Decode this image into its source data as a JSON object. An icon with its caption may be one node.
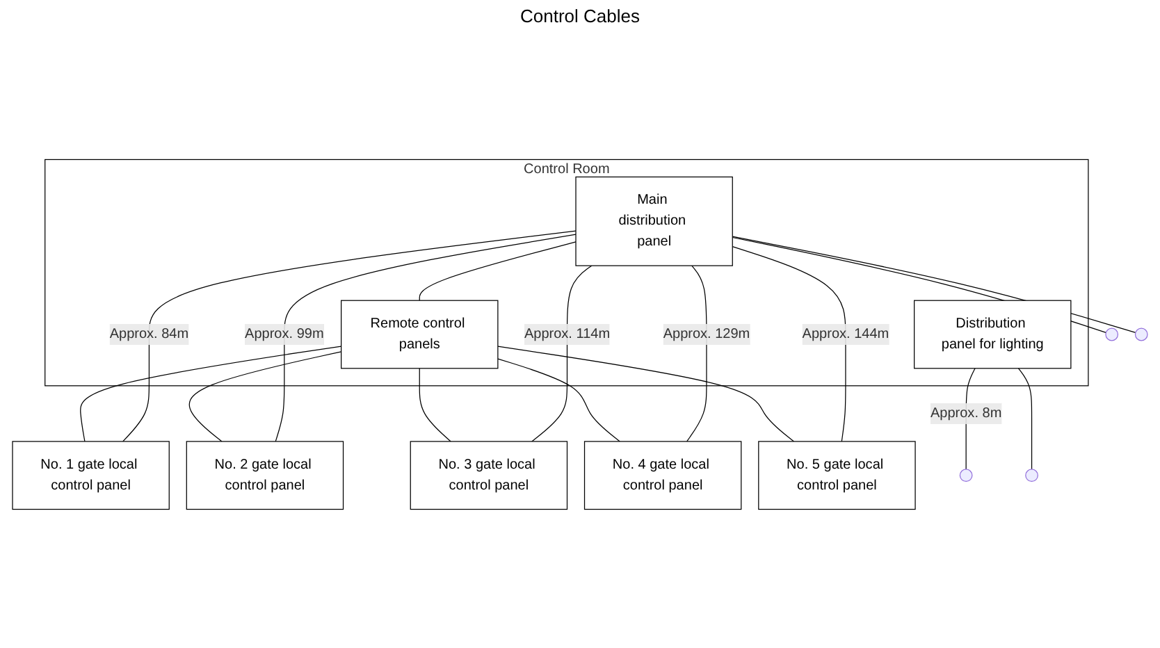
{
  "diagram": {
    "nodes": [
      {
        "text": [
          "Control Room"
        ]
      },
      {
        "text": [
          "Distribution panel for lighting"
        ],
        "in": 0
      },
      {
        "text": [
          "Remote control panels"
        ],
        "in": 0
      },
      {
        "text": [
          "Main distribution panel"
        ],
        "in": 0
      },
      {
        "text": [
          "No. 1 gate local control panel"
        ]
      },
      {
        "text": [
          "No. 2 gate local control panel"
        ]
      },
      {
        "text": [
          "No. 3 gate local control panel"
        ]
      },
      {
        "text": [
          "No. 4 gate local control panel"
        ]
      },
      {
        "text": [
          "No. 5 gate local control panel"
        ]
      }
    ],
    "edges": [
      {
        "from": 2,
        "to": 4,
        "arrow": "none"
      },
      {
        "from": 2,
        "to": 5,
        "arrow": "none"
      },
      {
        "from": 2,
        "to": 6,
        "arrow": "none"
      },
      {
        "from": 2,
        "to": 7,
        "arrow": "none"
      },
      {
        "from": 2,
        "to": 8,
        "arrow": "none"
      },
      {
        "from": 3,
        "to": 2,
        "arrow": "none"
      },
      {
        "from": 3,
        "to": 4,
        "arrow": "none",
        "label": "Approx. 84m"
      },
      {
        "from": 3,
        "to": 5,
        "arrow": "none",
        "label": "Approx. 99m"
      },
      {
        "from": 3,
        "to": 6,
        "arrow": "none",
        "label": "Approx. 114m"
      },
      {
        "from": 3,
        "to": 7,
        "arrow": "none",
        "label": "Approx. 129m"
      },
      {
        "from": 3,
        "to": 8,
        "arrow": "none",
        "label": "Approx. 144m"
      },
      {
        "from": 1,
        "to": null,
        "arrow": "none",
        "label": "Approx. 8m"
      },
      {
        "from": 1,
        "to": null,
        "arrow": "none"
      },
      {
        "from": 3,
        "to": null,
        "arrow": "none"
      },
      {
        "from": 3,
        "to": null,
        "arrow": "none"
      }
    ],
    "labels": [
      "Control Cables"
    ]
  }
}
